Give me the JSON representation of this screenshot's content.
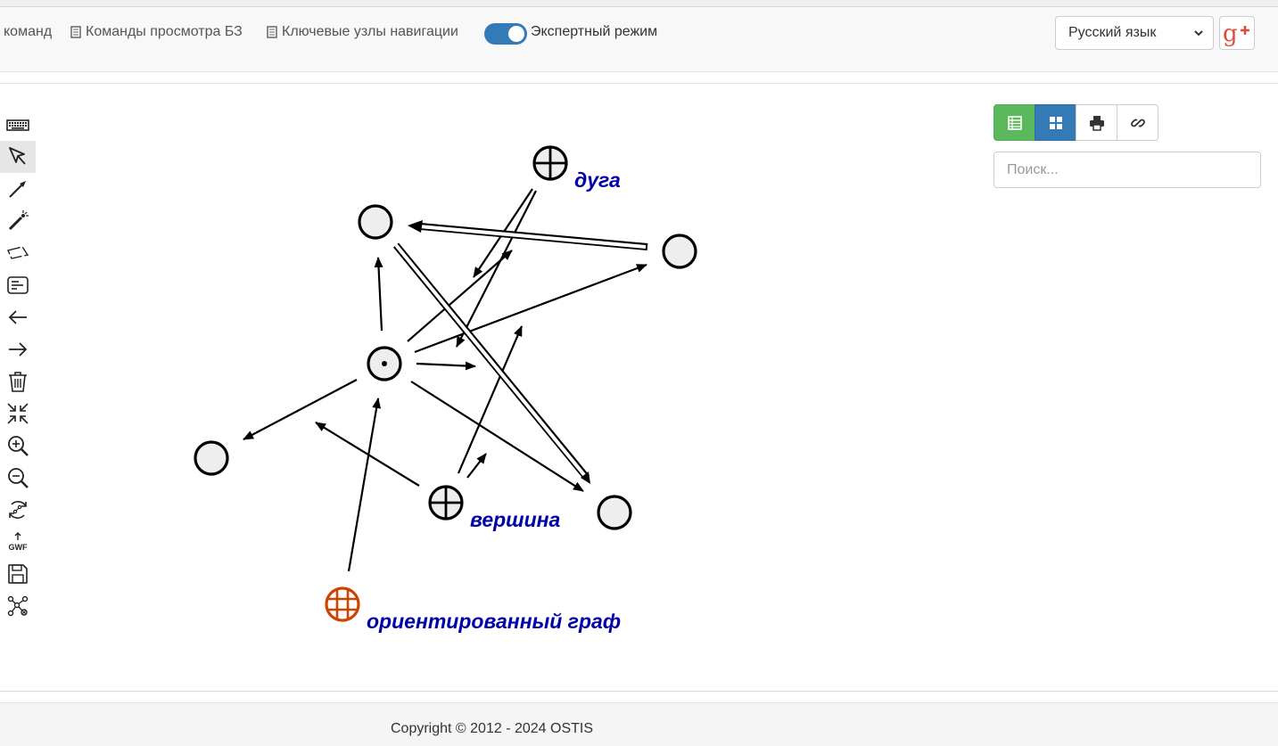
{
  "navbar": {
    "items": [
      {
        "label": "команд",
        "icon": "none"
      },
      {
        "label": "Команды просмотра БЗ",
        "icon": "document-icon"
      },
      {
        "label": "Ключевые узлы навигации",
        "icon": "document-icon"
      }
    ],
    "expert_mode_label": "Экспертный режим",
    "expert_mode_on": true,
    "language": "Русский язык",
    "social_icon": "google-plus-icon"
  },
  "toolbar": {
    "tools": [
      "keyboard-icon",
      "select-pointer-icon",
      "edge-tool-icon",
      "bus-tool-icon",
      "contour-tool-icon",
      "link-content-icon",
      "undo-icon",
      "redo-icon",
      "delete-icon",
      "collapse-icon",
      "zoom-in-icon",
      "zoom-out-icon",
      "recenter-icon",
      "gwf-upload-icon",
      "save-icon",
      "integrate-graph-icon"
    ],
    "gwf_text": "GWF",
    "active": "select-pointer-icon"
  },
  "view_buttons": [
    "table-view-icon",
    "grid-view-icon",
    "print-icon",
    "link-icon"
  ],
  "search": {
    "placeholder": "Поиск..."
  },
  "graph": {
    "labels": {
      "arc": "дуга",
      "vertex": "вершина",
      "graph": "ориентированный граф"
    },
    "colors": {
      "label": "#0000a8",
      "graph_node": "#cc4400",
      "node_fill": "#eeeeee"
    }
  },
  "footer": {
    "copyright": "Copyright © 2012 - 2024 OSTIS"
  }
}
